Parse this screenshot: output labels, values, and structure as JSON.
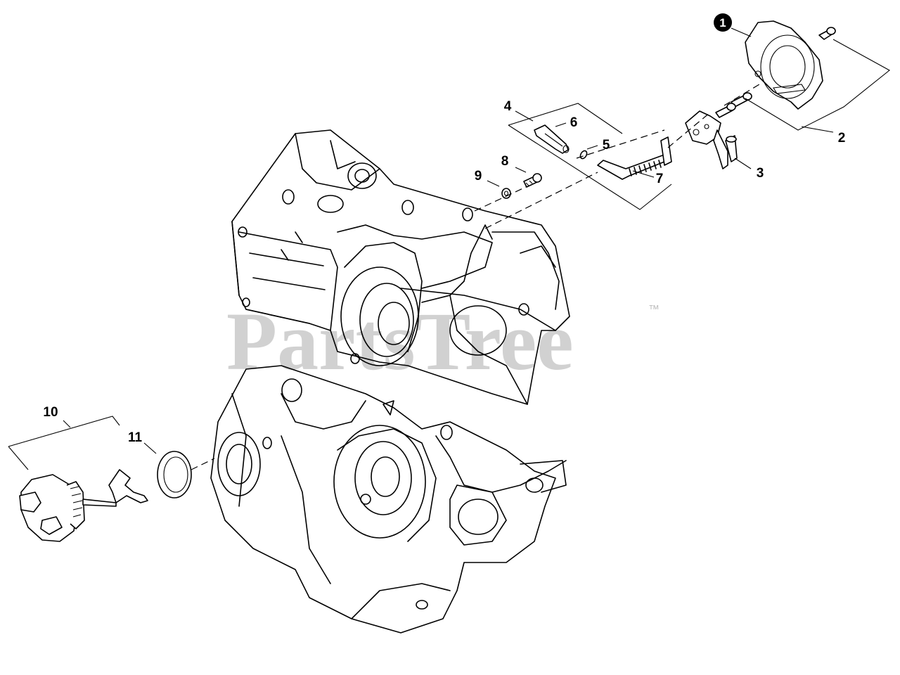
{
  "watermark": {
    "text": "PartsTree",
    "trademark": "™"
  },
  "callouts": [
    {
      "id": "1",
      "highlighted": true
    },
    {
      "id": "2"
    },
    {
      "id": "3"
    },
    {
      "id": "4"
    },
    {
      "id": "5"
    },
    {
      "id": "6"
    },
    {
      "id": "7"
    },
    {
      "id": "8"
    },
    {
      "id": "9"
    },
    {
      "id": "10"
    },
    {
      "id": "11"
    }
  ]
}
